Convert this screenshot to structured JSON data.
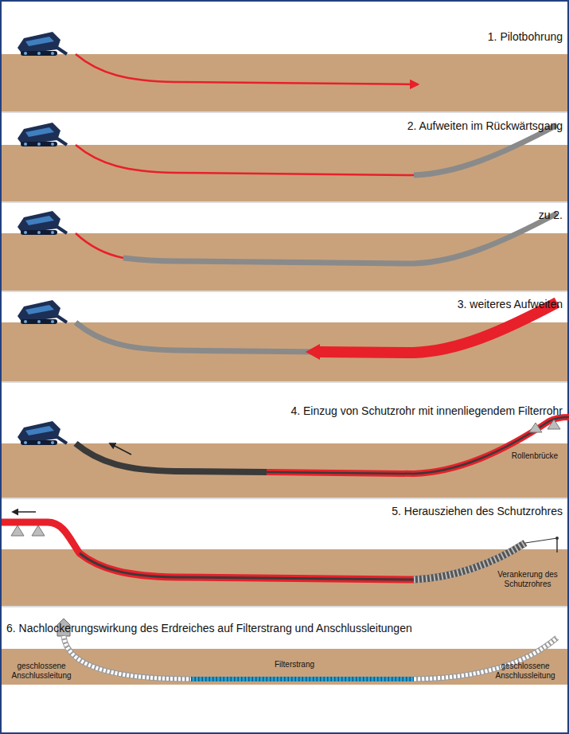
{
  "diagram": {
    "labels": [
      "1. Pilotbohrung",
      "2. Aufweiten im Rückwärtsgang",
      "zu 2.",
      "3. weiteres Aufweiten",
      "4. Einzug von Schutzrohr mit innenliegendem Filterrohr",
      "Rollenbrücke",
      "5. Herausziehen des Schutzrohres",
      "Verankerung des Schutzrohres",
      "6. Nachlockerungswirkung des Erdreiches auf Filterstrang und Anschlussleitungen",
      "geschlossene Anschlussleitung",
      "Filterstrang",
      "geschlossene Anschlussleitung"
    ]
  }
}
